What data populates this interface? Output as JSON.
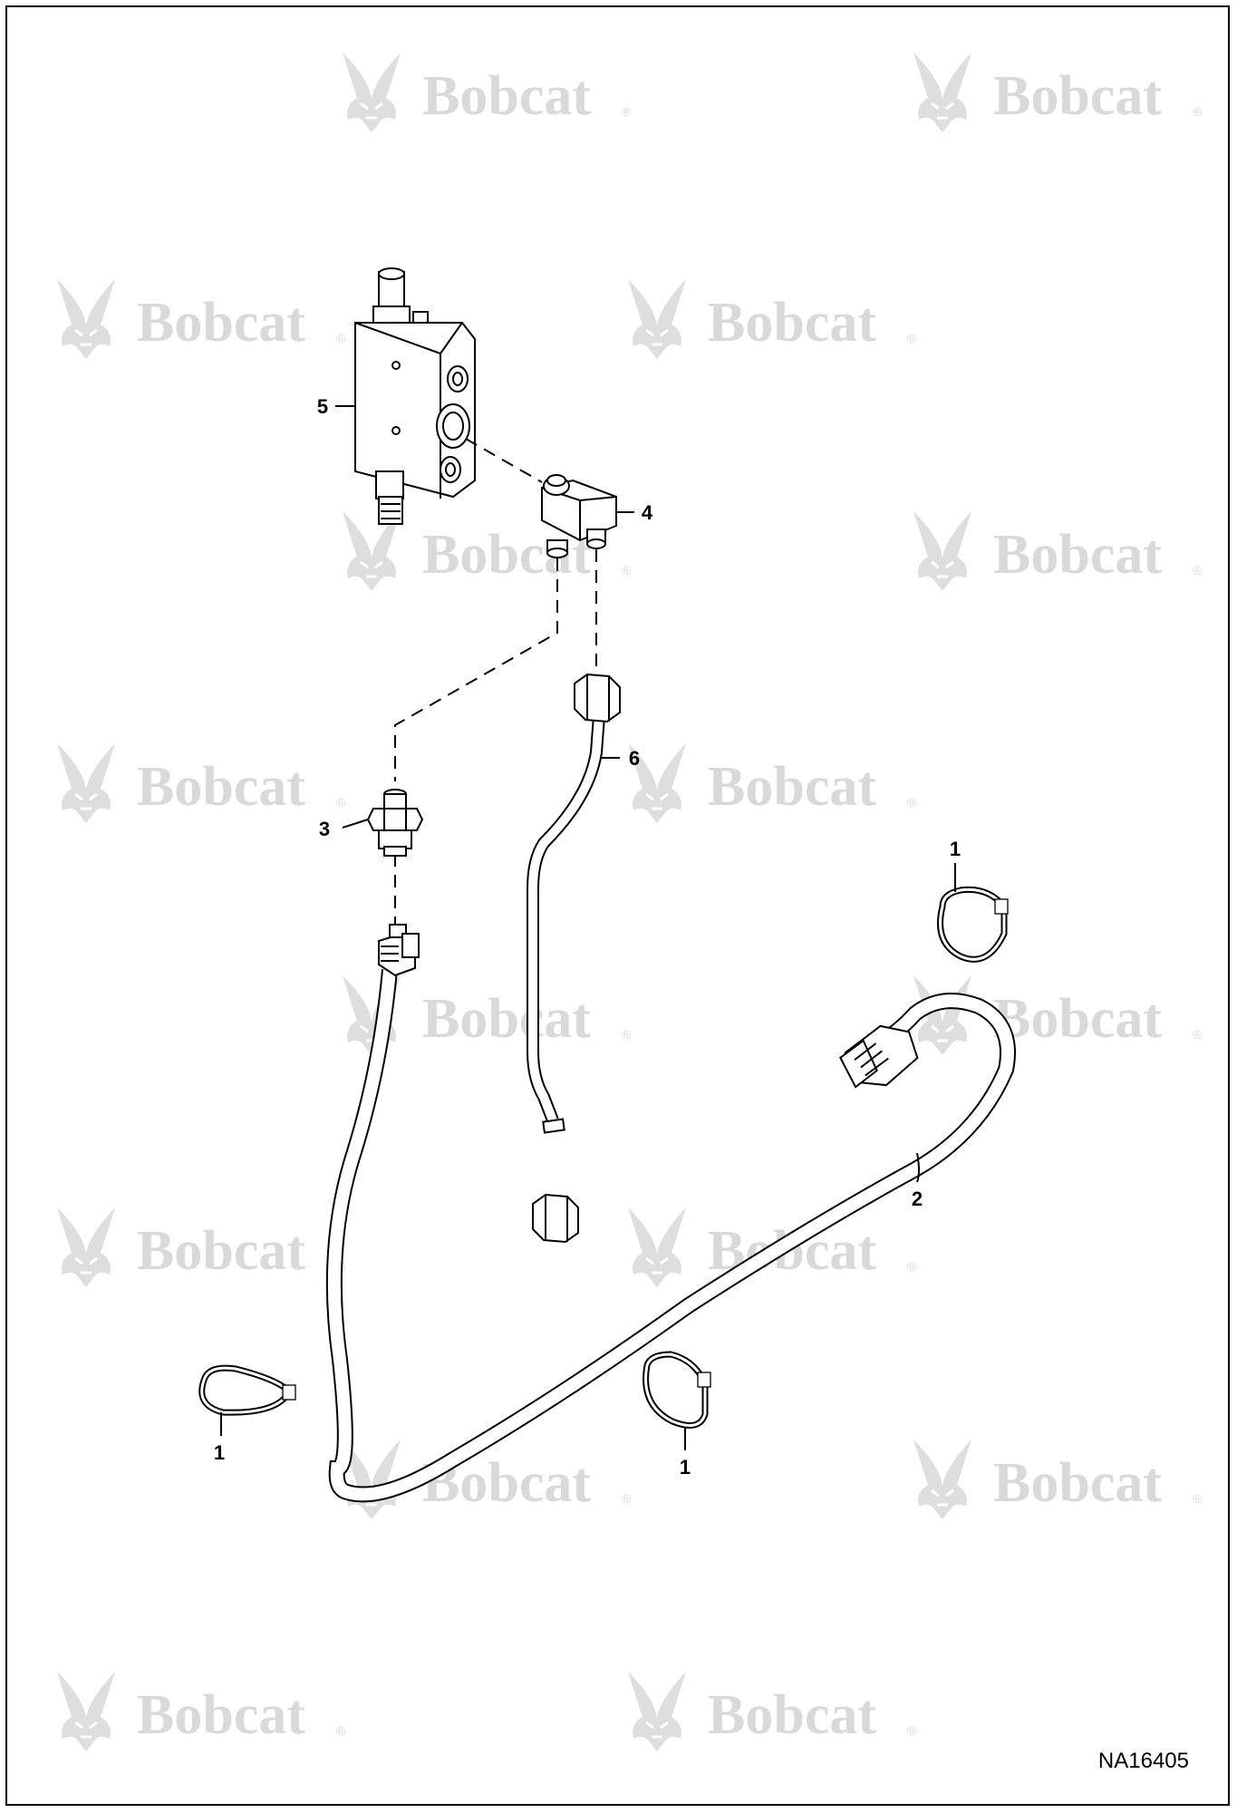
{
  "watermark": {
    "text": "Bobcat",
    "mark": "®"
  },
  "callouts": {
    "strap_top_right": "1",
    "strap_left": "1",
    "strap_bottom_mid": "1",
    "harness": "2",
    "sensor": "3",
    "elbow_fitting": "4",
    "valve": "5",
    "tube": "6"
  },
  "drawing_ref": "NA16405"
}
